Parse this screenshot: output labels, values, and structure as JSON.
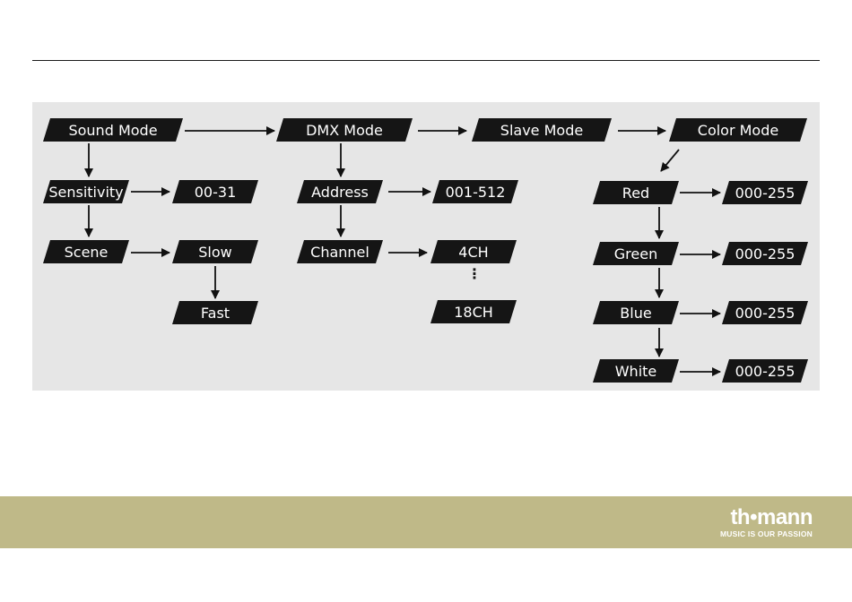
{
  "diagram": {
    "sound_mode": "Sound Mode",
    "dmx_mode": "DMX Mode",
    "slave_mode": "Slave Mode",
    "color_mode": "Color Mode",
    "sensitivity": "Sensitivity",
    "sensitivity_range": "00-31",
    "scene": "Scene",
    "slow": "Slow",
    "fast": "Fast",
    "address": "Address",
    "address_range": "001-512",
    "channel": "Channel",
    "ch_4": "4CH",
    "ch_ellipsis": "⋮",
    "ch_18": "18CH",
    "red": "Red",
    "red_range": "000-255",
    "green": "Green",
    "green_range": "000-255",
    "blue": "Blue",
    "blue_range": "000-255",
    "white": "White",
    "white_range": "000-255"
  },
  "footer": {
    "logo_text": "th•mann",
    "logo_tagline": "MUSIC IS OUR PASSION"
  },
  "colors": {
    "box": "#151515",
    "panel": "#e6e6e6",
    "footer": "#bfb988"
  }
}
